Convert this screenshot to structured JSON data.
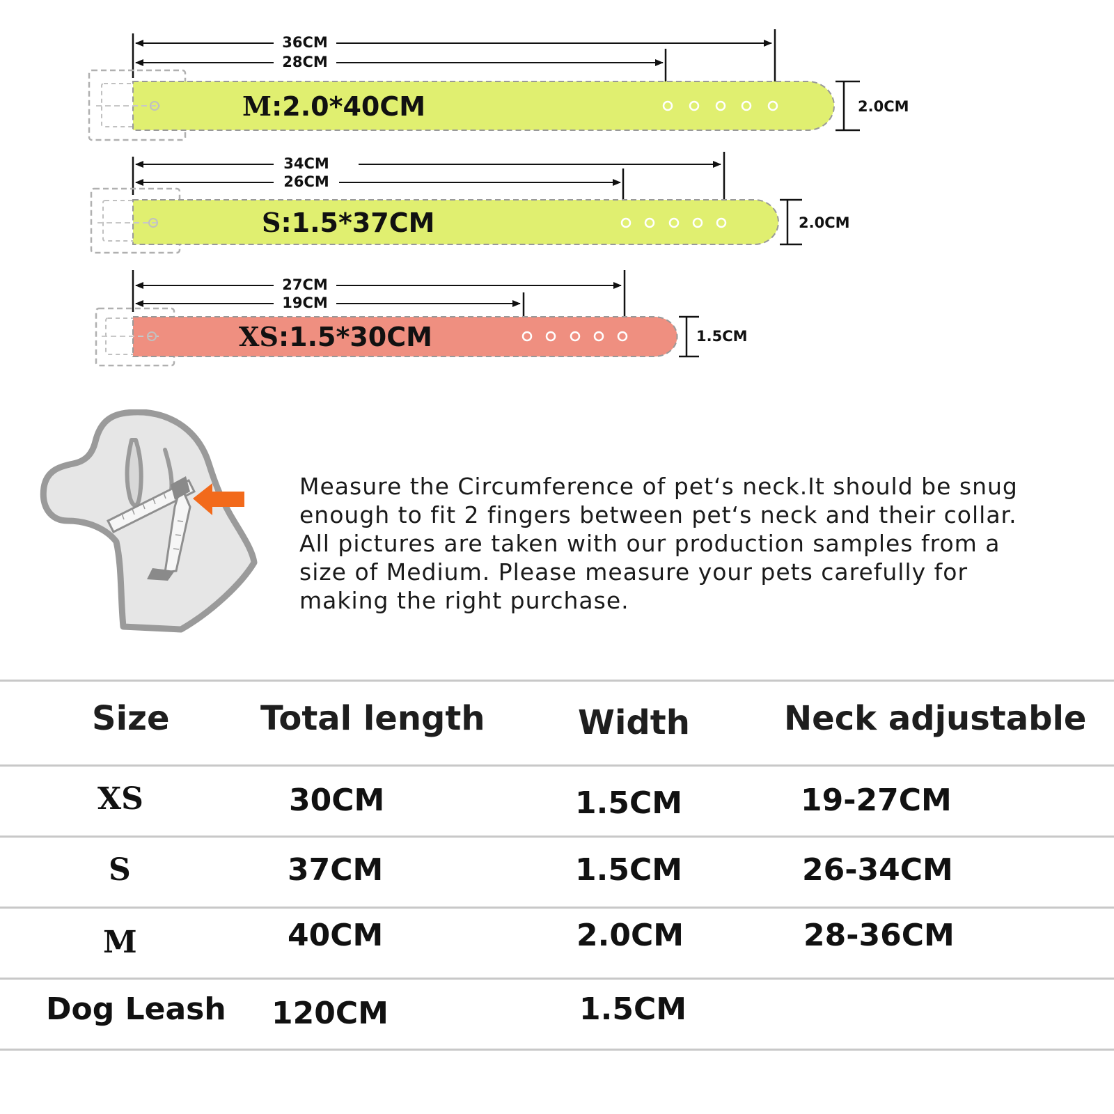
{
  "collars": [
    {
      "size_label": "M",
      "spec": ":2.0*40CM",
      "dims": {
        "outer": "36CM",
        "inner": "28CM",
        "width": "2.0CM"
      },
      "color": "#e0ef70"
    },
    {
      "size_label": "S",
      "spec": ":1.5*37CM",
      "dims": {
        "outer": "34CM",
        "inner": "26CM",
        "width": "2.0CM"
      },
      "color": "#e0ef70"
    },
    {
      "size_label": "XS",
      "spec": ":1.5*30CM",
      "dims": {
        "outer": "27CM",
        "inner": "19CM",
        "width": "1.5CM"
      },
      "color": "#ef8f80"
    }
  ],
  "instructions": {
    "lines": [
      "Measure the Circumference of pet‘s neck.It should be snug",
      "enough to fit 2 fingers between pet‘s neck and their collar.",
      "All pictures are taken with our production samples from a",
      "size of Medium. Please measure your pets carefully for",
      "making the right purchase."
    ]
  },
  "illustration": {
    "icon": "dog-neck-measure-icon",
    "arrow_color": "#f26a1b"
  },
  "table": {
    "headers": [
      "Size",
      "Total length",
      "Width",
      "Neck adjustable"
    ],
    "rows": [
      [
        "XS",
        "30CM",
        "1.5CM",
        "19-27CM"
      ],
      [
        "S",
        "37CM",
        "1.5CM",
        "26-34CM"
      ],
      [
        "M",
        "40CM",
        "2.0CM",
        "28-36CM"
      ],
      [
        "Dog Leash",
        "120CM",
        "1.5CM",
        ""
      ]
    ]
  }
}
